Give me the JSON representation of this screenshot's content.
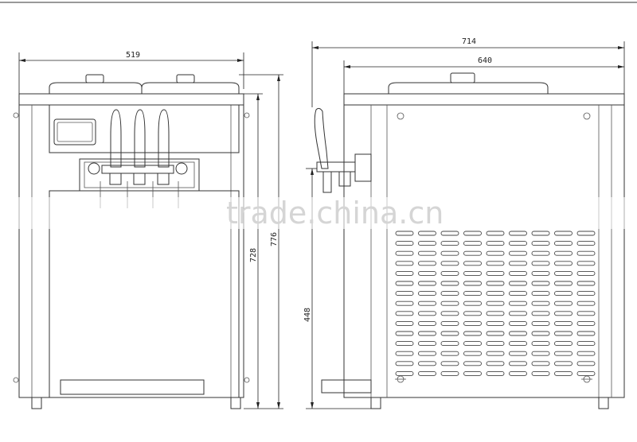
{
  "dimensions": {
    "front_width": "519",
    "front_height_body": "728",
    "front_height_total": "776",
    "side_width_total": "714",
    "side_width_body": "640",
    "side_height_dispense": "448"
  },
  "watermark": "trade.china.cn",
  "vent_grid": {
    "rows": 15,
    "cols": 9
  }
}
